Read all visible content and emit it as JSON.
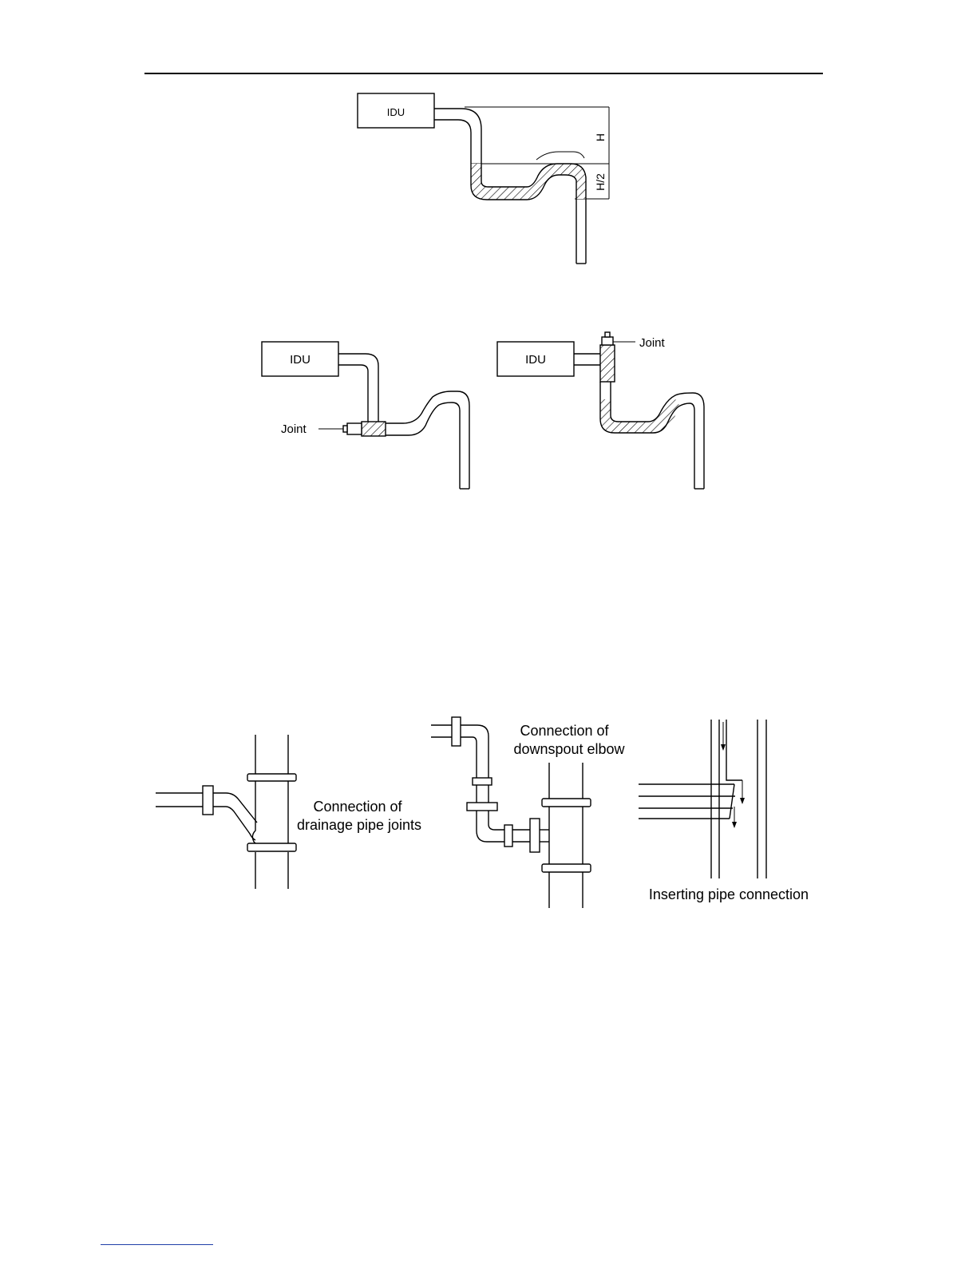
{
  "figure1": {
    "unit_label": "IDU",
    "h_label": "H",
    "h2_label": "H/2"
  },
  "figure2": {
    "left": {
      "unit_label": "IDU",
      "joint_label": "Joint"
    },
    "right": {
      "unit_label": "IDU",
      "joint_label": "Joint"
    }
  },
  "figure3": {
    "drainage_label_line1": "Connection of",
    "drainage_label_line2": "drainage pipe joints",
    "elbow_label_line1": "Connection of",
    "elbow_label_line2": "downspout elbow",
    "inserting_label": "Inserting pipe connection"
  },
  "colors": {
    "line": "#000000",
    "footer_rule": "#1f3fa8"
  }
}
